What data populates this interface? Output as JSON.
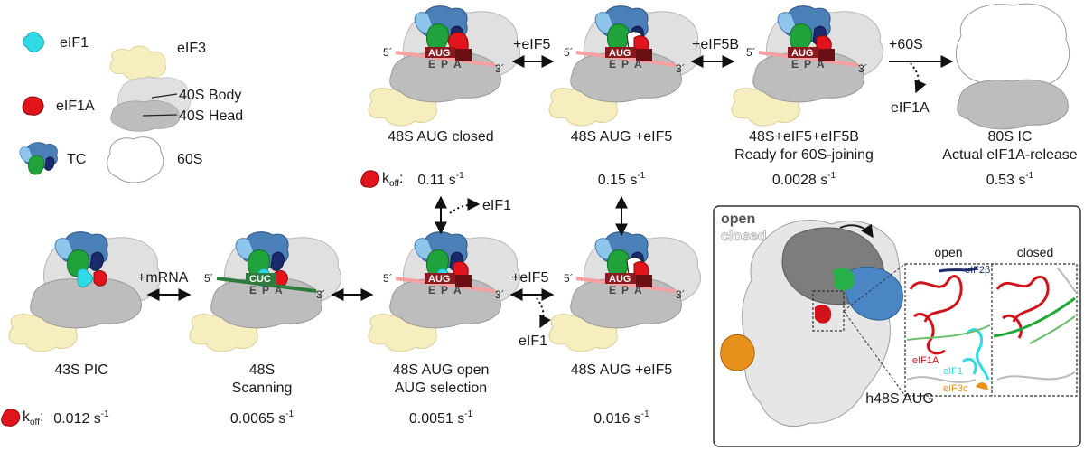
{
  "legend": {
    "eif1": "eIF1",
    "eif3": "eIF3",
    "eif1a": "eIF1A",
    "body": "40S Body",
    "head": "40S Head",
    "tc": "TC",
    "s60": "60S"
  },
  "colors": {
    "eif1": "#2fd9e6",
    "eif1a": "#e0141a",
    "eif3": "#f7eec0",
    "body40s": "#e2e2e2",
    "head40s": "#bdbdbd",
    "tc_blue": "#4a7fb8",
    "tc_green": "#1fa33a",
    "tc_navy": "#1b2a6b",
    "aug_box": "#8b1a1f",
    "mrna_pink": "#f2a0a0",
    "mrna_green": "#2f7a3e"
  },
  "stages": {
    "s1": {
      "cap1": "43S PIC",
      "cap2": "",
      "rate": "0.012 s",
      "sup": "-1"
    },
    "s2": {
      "cap1": "48S",
      "cap2": "Scanning",
      "rate": "0.0065 s",
      "sup": "-1",
      "codon": "CUC"
    },
    "s3": {
      "cap1": "48S AUG open",
      "cap2": "AUG selection",
      "rate": "0.0051 s",
      "sup": "-1",
      "codon": "AUG"
    },
    "s4": {
      "cap1": "48S AUG +eIF5",
      "rate": "0.016 s",
      "sup": "-1",
      "codon": "AUG"
    },
    "t1": {
      "cap1": "48S AUG closed",
      "rate": "0.11 s",
      "sup": "-1",
      "codon": "AUG"
    },
    "t2": {
      "cap1": "48S AUG +eIF5",
      "rate": "0.15 s",
      "sup": "-1",
      "codon": "AUG"
    },
    "t3": {
      "cap1": "48S+eIF5+eIF5B",
      "cap2": "Ready for 60S-joining",
      "rate": "0.0028 s",
      "sup": "-1",
      "codon": "AUG"
    },
    "t4": {
      "cap1": "80S IC",
      "cap2": "Actual eIF1A-release",
      "rate": "0.53 s",
      "sup": "-1"
    }
  },
  "sites": {
    "e": "E",
    "p": "P",
    "a": "A"
  },
  "primes": {
    "five": "5´",
    "three": "3´"
  },
  "koff": {
    "k": "k",
    "sub": "off",
    "colon": ":"
  },
  "arrows": {
    "mrna": "+mRNA",
    "eif5_top": "+eIF5",
    "eif5b": "+eIF5B",
    "s60": "+60S",
    "eif1a_release": "eIF1A",
    "eif1_top": "eIF1",
    "eif5_bottom": "+eIF5",
    "eif1_bottom": "eIF1"
  },
  "panel": {
    "open": "open",
    "closed": "closed",
    "inset_open": "open",
    "inset_closed": "closed",
    "eif2b": "eIF2β",
    "eif1a": "eIF1A",
    "eif1": "eIF1",
    "eif3c": "eIF3c",
    "title": "h48S AUG"
  }
}
